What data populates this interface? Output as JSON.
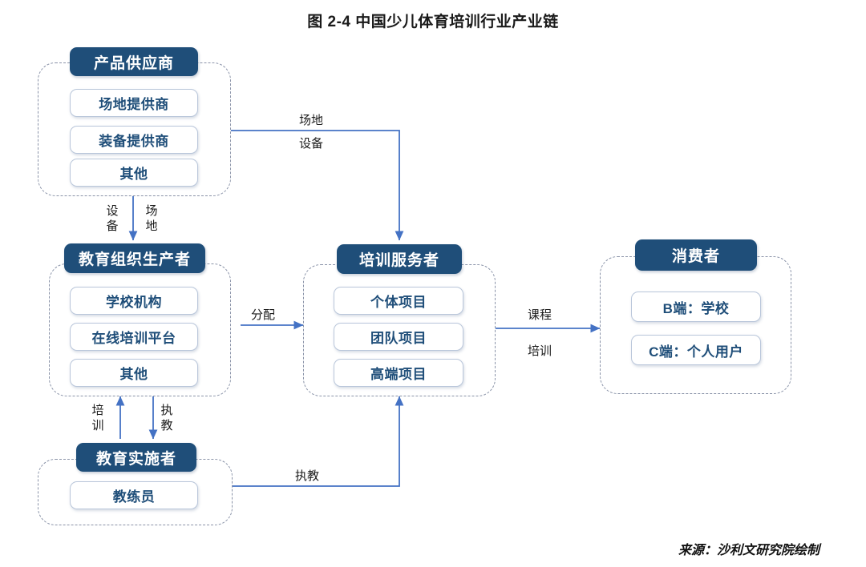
{
  "title": "图 2-4 中国少儿体育培训行业产业链",
  "source": "来源：沙利文研究院绘制",
  "colors": {
    "header_bg": "#1f4e79",
    "header_text": "#ffffff",
    "item_text": "#1f4e79",
    "item_border": "#b9c6da",
    "group_border": "#8a93a8",
    "line": "#4472c4"
  },
  "groups": [
    {
      "id": "product-supplier",
      "header": "产品供应商",
      "items": [
        "场地提供商",
        "装备提供商",
        "其他"
      ]
    },
    {
      "id": "education-producer",
      "header": "教育组织生产者",
      "items": [
        "学校机构",
        "在线培训平台",
        "其他"
      ]
    },
    {
      "id": "education-implementer",
      "header": "教育实施者",
      "items": [
        "教练员"
      ]
    },
    {
      "id": "training-service",
      "header": "培训服务者",
      "items": [
        "个体项目",
        "团队项目",
        "高端项目"
      ]
    },
    {
      "id": "consumer",
      "header": "消费者",
      "items": [
        "B端：学校",
        "C端：个人用户"
      ]
    }
  ],
  "connector_labels": {
    "supplier_to_training_top": "场地",
    "supplier_to_training_bottom": "设备",
    "supplier_to_producer_left": "设备",
    "supplier_to_producer_right": "场地",
    "producer_to_training": "分配",
    "training_to_consumer_top": "课程",
    "training_to_consumer_bottom": "培训",
    "implementer_to_producer": "培训",
    "producer_to_implementer": "执教",
    "implementer_to_training": "执教"
  }
}
